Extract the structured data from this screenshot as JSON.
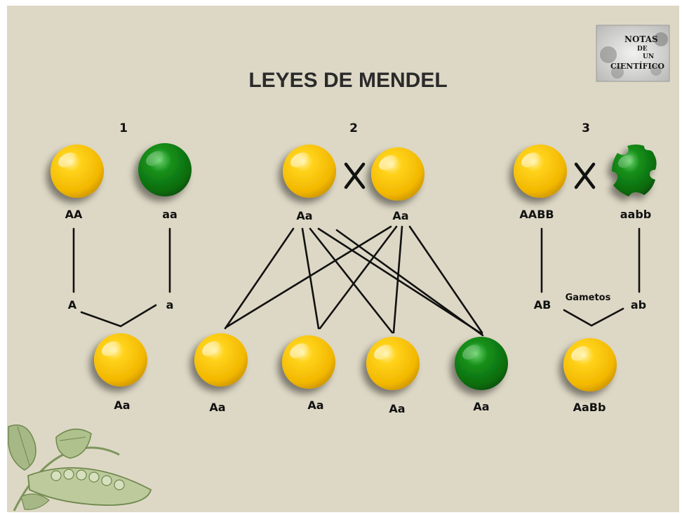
{
  "title": "LEYES DE MENDEL",
  "logo": {
    "line1": "NOTAS",
    "line2": "DE",
    "line3": "UN",
    "line4": "CIENTÍFICO"
  },
  "colors": {
    "background": "#ddd8c5",
    "yellow_pea": "#f7c300",
    "green_pea": "#0f7a12"
  },
  "law1": {
    "number": "1",
    "parent_left": "AA",
    "parent_right": "aa",
    "gamete_left": "A",
    "gamete_right": "a",
    "offspring": "Aa"
  },
  "law2": {
    "number": "2",
    "parent_left": "Aa",
    "parent_right": "Aa",
    "offspring": [
      "Aa",
      "Aa",
      "Aa",
      "Aa"
    ]
  },
  "law3": {
    "number": "3",
    "parent_left": "AABB",
    "parent_right": "aabb",
    "gamete_left": "AB",
    "gamete_right": "ab",
    "gametes_label": "Gametos",
    "offspring": "AaBb"
  }
}
